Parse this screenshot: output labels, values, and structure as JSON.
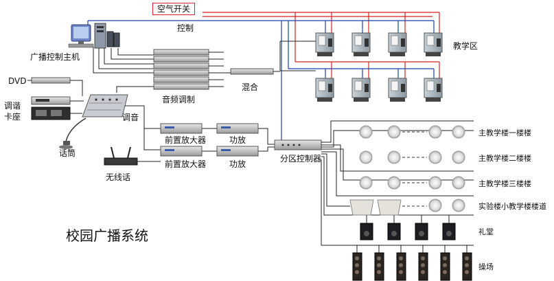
{
  "labels": {
    "air_switch": "空气开关",
    "control": "控制",
    "teaching_area": "教学区",
    "host": "广播控制主机",
    "dvd": "DVD",
    "tuner": "调谐",
    "cassette": "卡座",
    "audio_processor": "音频调制",
    "mix": "混合",
    "mixer": "调音",
    "mic": "话筒",
    "wireless_mic": "无线话",
    "preamp_1": "前置放大器",
    "preamp_2": "前置放大器",
    "amp_1": "功放",
    "amp_2": "功放",
    "zone_controller": "分区控制器",
    "zone_1": "主教学楼一楼楼",
    "zone_2": "主教学楼二楼楼",
    "zone_3": "主教学楼三楼楼",
    "zone_4": "实验楼小教学楼楼道",
    "zone_5": "礼堂",
    "zone_6": "操场",
    "title": "校园广播系统"
  },
  "colors": {
    "red_line": "#d82020",
    "blue_line": "#1a3fb0",
    "black_line": "#222222"
  }
}
